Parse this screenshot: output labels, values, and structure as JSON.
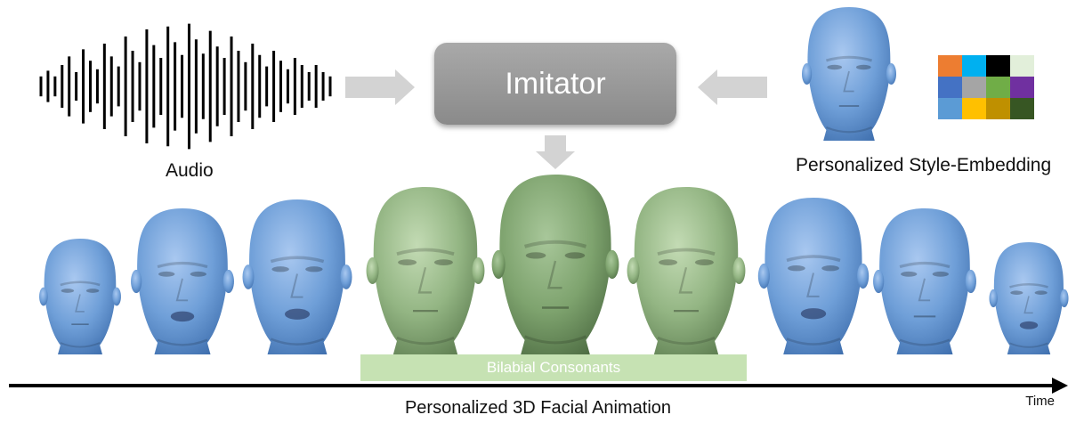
{
  "audio": {
    "label": "Audio"
  },
  "imitator": {
    "label": "Imitator"
  },
  "style_embedding": {
    "label": "Personalized Style-Embedding",
    "palette": [
      [
        "#ed7d31",
        "#00b0f0",
        "#000000",
        "#e2efda"
      ],
      [
        "#4472c4",
        "#a5a5a5",
        "#70ad47",
        "#7030a0"
      ],
      [
        "#5b9bd5",
        "#ffc000",
        "#bf9000",
        "#375623"
      ]
    ]
  },
  "bilabial": {
    "label": "Bilabial Consonants"
  },
  "timeline": {
    "time_label": "Time",
    "caption": "Personalized 3D Facial Animation"
  },
  "colors": {
    "face_blue": "#6f9fd8",
    "face_green": "#93b583",
    "arrow_gray": "#d3d3d3",
    "bilabial_bar": "#c6e2b3"
  }
}
